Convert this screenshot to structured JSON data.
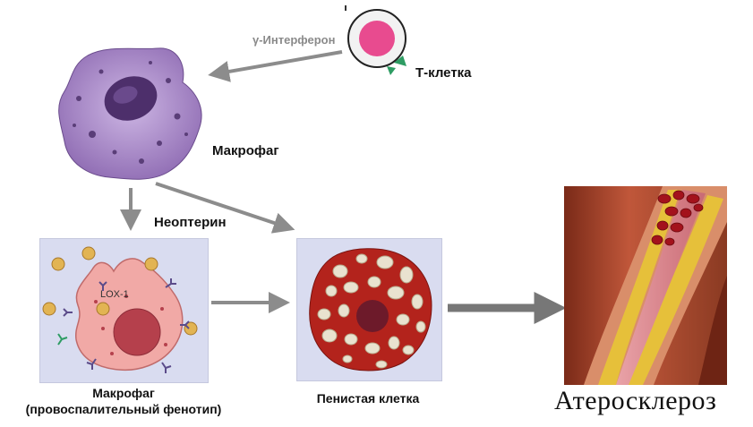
{
  "labels": {
    "interferon": "γ-Интерферон",
    "t_cell": "Т-клетка",
    "macrophage": "Макрофаг",
    "neopterin": "Неоптерин",
    "lox1": "LOX-1",
    "macrophage_pheno_title": "Макрофаг",
    "macrophage_pheno_sub": "(провоспалительный фенотип)",
    "foam_cell": "Пенистая клетка",
    "atherosclerosis": "Атеросклероз"
  },
  "colors": {
    "arrow": "#8c8c8c",
    "t_cell_nucleus": "#e84b8f",
    "t_cell_receptor": "#2e9c63",
    "macrophage_cell": "#b79bd3",
    "macrophage_nucleus": "#4d2f6b",
    "pheno_cell": "#f1a9a6",
    "foam_cell": "#b3231c",
    "panel_bg": "#d9dcf0"
  }
}
